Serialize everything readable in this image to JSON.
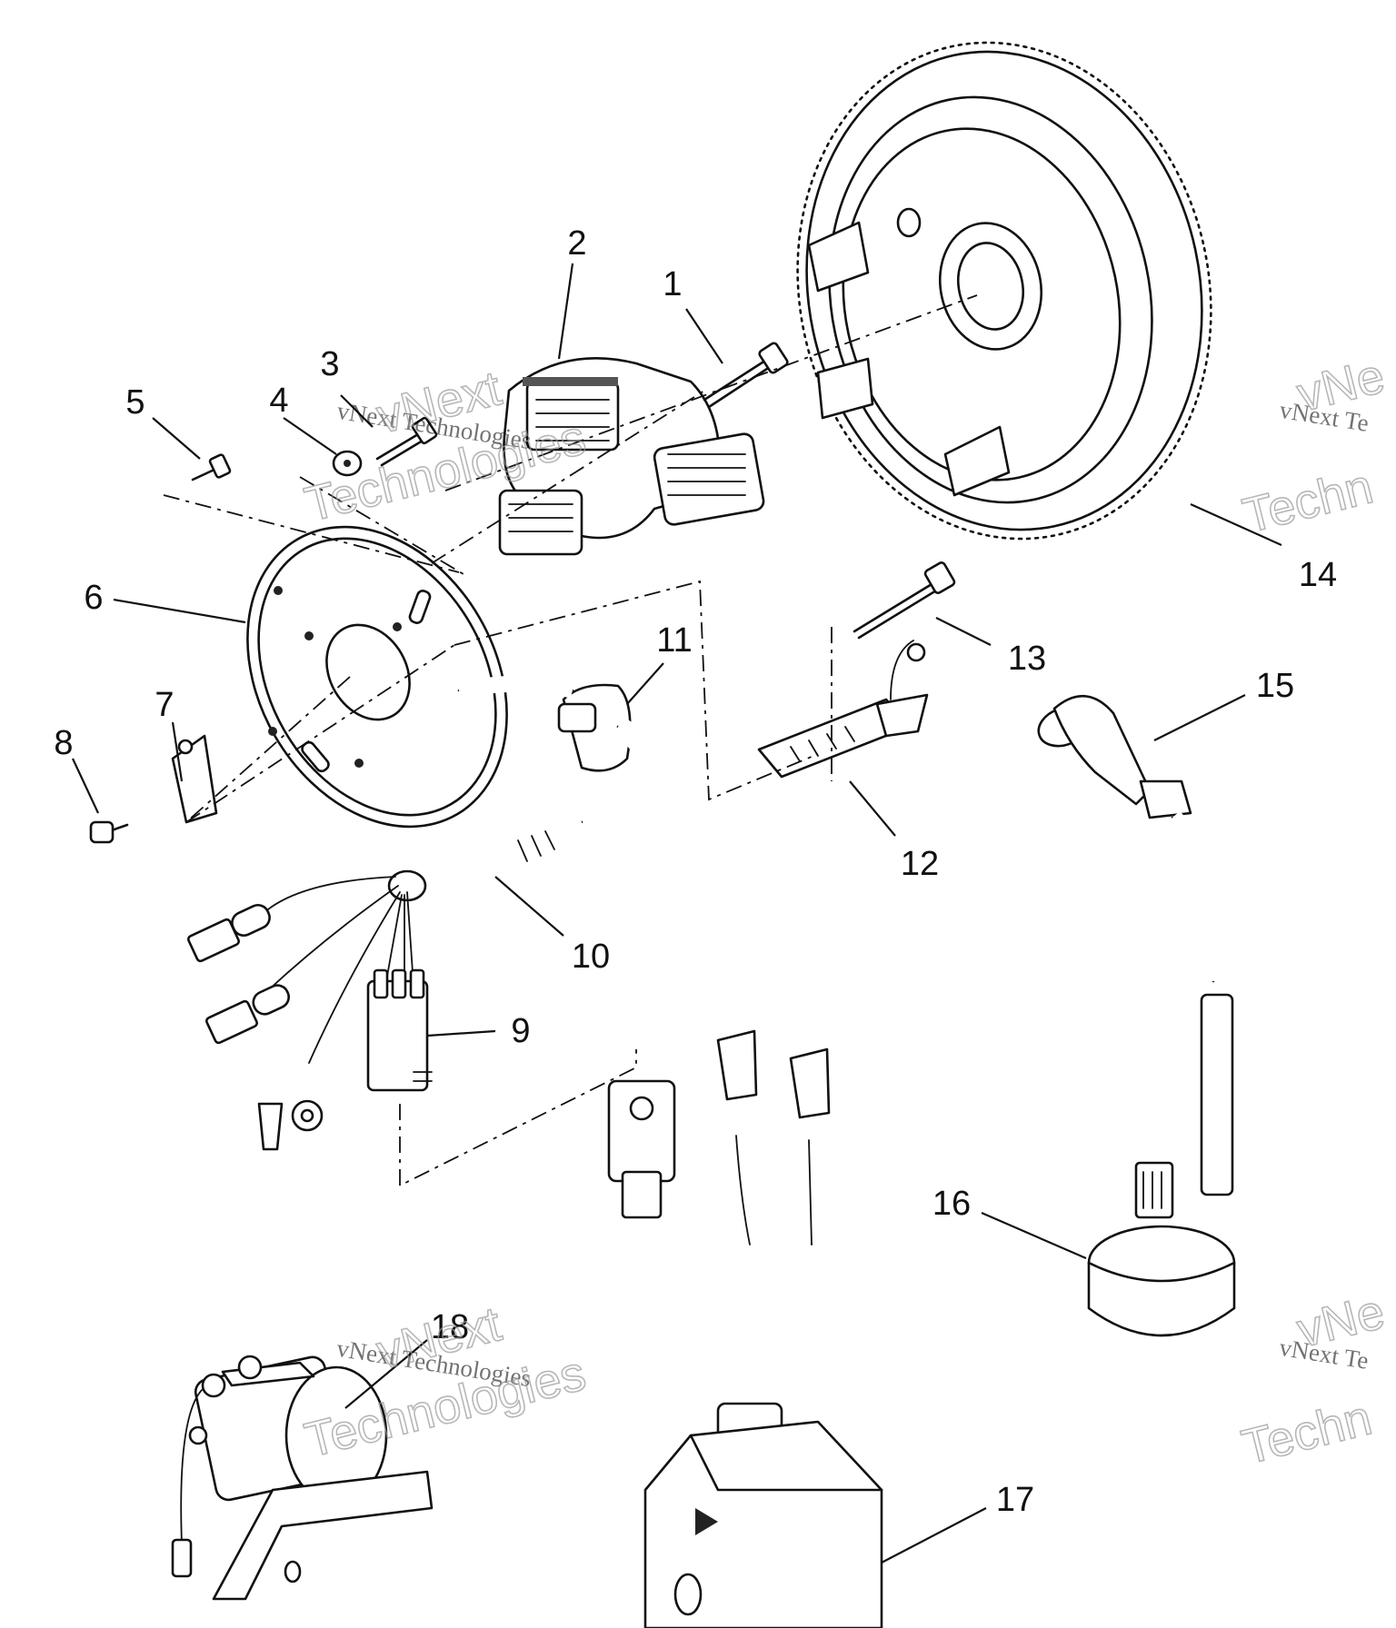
{
  "diagram": {
    "callouts": [
      {
        "id": "1",
        "text": "1"
      },
      {
        "id": "2",
        "text": "2"
      },
      {
        "id": "3",
        "text": "3"
      },
      {
        "id": "4",
        "text": "4"
      },
      {
        "id": "5",
        "text": "5"
      },
      {
        "id": "6",
        "text": "6"
      },
      {
        "id": "7",
        "text": "7"
      },
      {
        "id": "8",
        "text": "8"
      },
      {
        "id": "9",
        "text": "9"
      },
      {
        "id": "10",
        "text": "10"
      },
      {
        "id": "11",
        "text": "11"
      },
      {
        "id": "12",
        "text": "12"
      },
      {
        "id": "13",
        "text": "13"
      },
      {
        "id": "14",
        "text": "14"
      },
      {
        "id": "15",
        "text": "15"
      },
      {
        "id": "16",
        "text": "16"
      },
      {
        "id": "17",
        "text": "17"
      },
      {
        "id": "18",
        "text": "18"
      }
    ],
    "watermark": {
      "line1": "vNext Technologies",
      "line2a": "vNext",
      "line2b": "Technologies",
      "partial1": "vNext Te",
      "partial2a": "vNe",
      "partial2b": "Techn"
    }
  }
}
